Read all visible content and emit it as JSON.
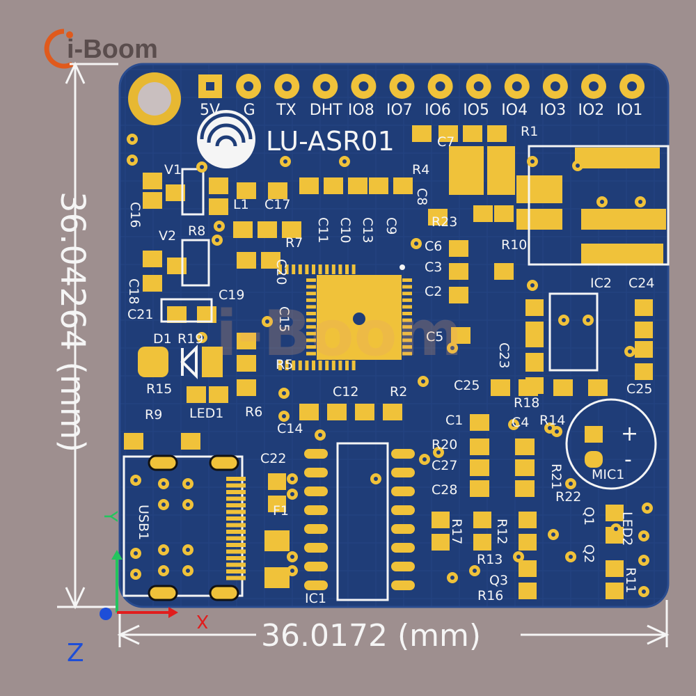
{
  "brand": {
    "logo_text": "i-Boom",
    "watermark": "i-Boom"
  },
  "board": {
    "name": "LU-ASR01",
    "pin_labels": [
      "5V",
      "G",
      "TX",
      "DHT",
      "IO8",
      "IO7",
      "IO6",
      "IO5",
      "IO4",
      "IO3",
      "IO2",
      "IO1"
    ],
    "component_labels": [
      "V1",
      "C16",
      "L1",
      "C17",
      "R8",
      "V2",
      "C18",
      "R7",
      "C20",
      "C19",
      "C21",
      "C15",
      "D1",
      "R19",
      "R5",
      "R15",
      "R6",
      "R9",
      "LED1",
      "C14",
      "C12",
      "R2",
      "R1",
      "C7",
      "R4",
      "C8",
      "C11",
      "C10",
      "C13",
      "C9",
      "R23",
      "C6",
      "R10",
      "C3",
      "C2",
      "IC2",
      "C24",
      "C5",
      "C23",
      "C25",
      "C25",
      "R18",
      "R14",
      "C1",
      "C4",
      "R20",
      "C27",
      "C28",
      "R21",
      "R22",
      "MIC1",
      "Q1",
      "LED2",
      "R17",
      "R12",
      "R13",
      "Q3",
      "R16",
      "Q2",
      "R11",
      "C22",
      "F1",
      "IC1",
      "USB1"
    ],
    "mic_polarity": [
      "+",
      "-"
    ]
  },
  "dimensions": {
    "height": "36.04264 (mm)",
    "width": "36.0172 (mm)"
  },
  "axes": {
    "y": "Y",
    "x": "X",
    "z": "Z",
    "colors": {
      "y": "#22c55e",
      "x": "#e11d1d",
      "z": "#1d4ed8"
    }
  },
  "colors": {
    "background": "#9e8f8f",
    "board": "#1f3d78",
    "copper": "#f0c23a",
    "silkscreen": "#f5f5f5"
  }
}
